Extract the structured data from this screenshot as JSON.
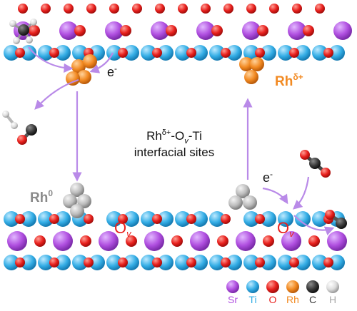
{
  "labels": {
    "center_line1_main": "Rh",
    "center_line1_sup": "δ+",
    "center_line1_mid": "-O",
    "center_line1_sub": "v",
    "center_line1_tail": "-Ti",
    "center_line2": "interfacial sites",
    "rh_oxidized_main": "Rh",
    "rh_oxidized_sup": "δ+",
    "rh_zero_main": "Rh",
    "rh_zero_sup": "0",
    "electron_main": "e",
    "electron_sup": "-",
    "ov_main": "O",
    "ov_sub": "v"
  },
  "legend": [
    {
      "label": "Sr",
      "color": "#b04fe0"
    },
    {
      "label": "Ti",
      "color": "#35aee6"
    },
    {
      "label": "O",
      "color": "#e8201d"
    },
    {
      "label": "Rh",
      "color": "#f28a22"
    },
    {
      "label": "C",
      "color": "#3a3a3a"
    },
    {
      "label": "H",
      "color": "#d8d8d8"
    }
  ],
  "colors": {
    "arrow": "#b98ae8",
    "rh_oxidized_text": "#f28a22",
    "rh_zero_text": "#8a8a8a",
    "ov_text": "#e8201d"
  }
}
